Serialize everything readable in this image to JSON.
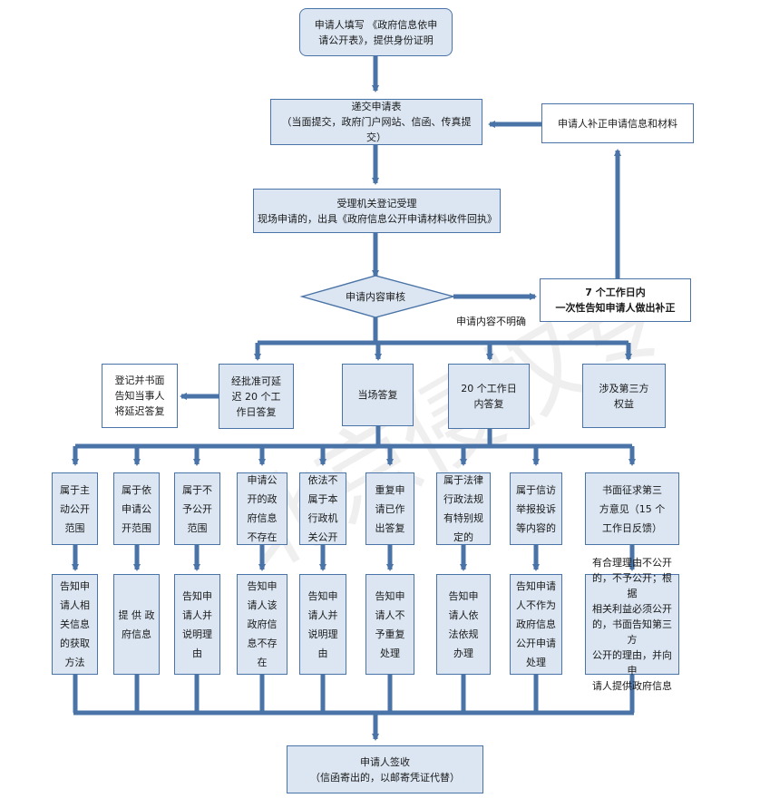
{
  "watermark": "北京侵权专",
  "steps": {
    "fill_form": "申请人填写 《政府信息依申\n请公开表》，提供身份证明",
    "submit": "递交申请表\n（当面提交，政府门户网站、信函、传真提交）",
    "supplement": "申请人补正申请信息和材料",
    "register": "受理机关登记受理\n现场申请的，出具《政府信息公开申请材料收件回执》",
    "review": "申请内容审核",
    "notify_7days": "7 个工作日内\n一次性告知申请人做出补正",
    "unclear_label": "申请内容不明确",
    "delay_notice": "登记并书面\n告知当事人\n将延迟答复",
    "extension": "经批准可延\n迟 20 个工\n作日答复",
    "onsite": "当场答复",
    "days20": "20 个工作日\n内答复",
    "third_party": "涉及第三方\n权益",
    "sign": "申请人签收\n（信函寄出的，以邮寄凭证代替）"
  },
  "categories": [
    {
      "label": "属于主\n动公开\n范围",
      "result": "告知申\n请人相\n关信息\n的获取\n方法"
    },
    {
      "label": "属于依\n申请公\n开范围",
      "result": "提 供 政\n府信息"
    },
    {
      "label": "属于不\n予公开\n范围",
      "result": "告知申\n请人并\n说明理\n由"
    },
    {
      "label": "申请公\n开的政\n府信息\n不存在",
      "result": "告知申\n请人该\n政府信\n息不存\n在"
    },
    {
      "label": "依法不\n属于本\n行政机\n关公开",
      "result": "告知申\n请人并\n说明理\n由"
    },
    {
      "label": "重复申\n请已作\n出答复",
      "result": "告知申\n请人不\n予重复\n处理"
    },
    {
      "label": "属于法律\n行政法规\n有特别规\n定的",
      "result": "告知申\n请人依\n法依规\n办理"
    },
    {
      "label": "属于信访\n举报投诉\n等内容的",
      "result": "告知申请\n人不作为\n政府信息\n公开申请\n处理"
    },
    {
      "label": "书面征求第三\n方意见（15 个\n工作日反馈）",
      "result": "有合理理由不公开\n的，不予公开；根据\n相关利益必须公开\n的，书面告知第三方\n公开的理由，并向申\n请人提供政府信息"
    }
  ],
  "colors": {
    "line": "#4a73a7",
    "fill": "#dbe6f2",
    "border": "#4a73a7"
  }
}
